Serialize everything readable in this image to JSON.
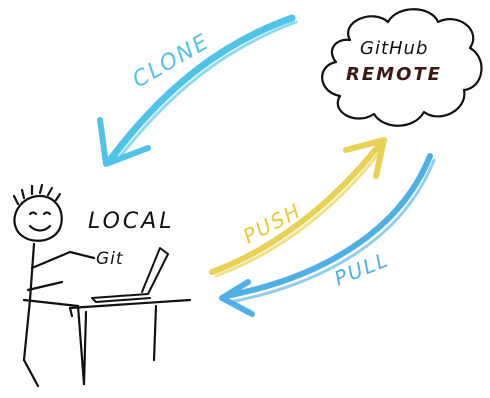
{
  "diagram": {
    "arrows": [
      {
        "label": "CLONE",
        "color": "#4fc3e8"
      },
      {
        "label": "PUSH",
        "color": "#e8d155"
      },
      {
        "label": "PULL",
        "color": "#4fb0e6"
      }
    ],
    "remote": {
      "line1": "GitHub",
      "line2": "REMOTE",
      "shape": "cloud"
    },
    "local": {
      "line1": "LOCAL",
      "line2": "Git",
      "figure": "stick-figure-at-laptop"
    }
  }
}
